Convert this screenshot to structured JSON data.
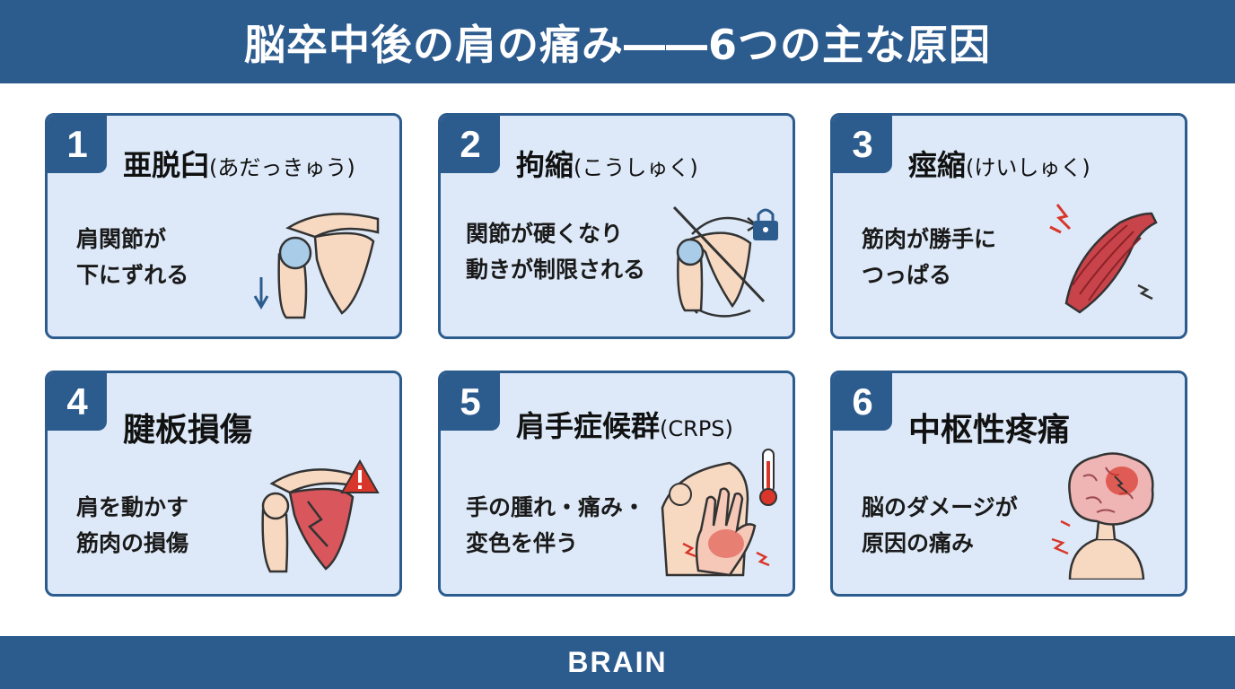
{
  "header": {
    "title": "脳卒中後の肩の痛み――6つの主な原因"
  },
  "footer": {
    "text": "BRAIN"
  },
  "cards": [
    {
      "num": "1",
      "title": "亜脱臼",
      "reading": "(あだっきゅう)",
      "desc": [
        "肩関節が",
        "下にずれる"
      ],
      "icon": "shoulder-subluxation-icon"
    },
    {
      "num": "2",
      "title": "拘縮",
      "reading": "(こうしゅく)",
      "desc": [
        "関節が硬くなり",
        "動きが制限される"
      ],
      "icon": "locked-shoulder-icon"
    },
    {
      "num": "3",
      "title": "痙縮",
      "reading": "(けいしゅく)",
      "desc": [
        "筋肉が勝手に",
        "つっぱる"
      ],
      "icon": "muscle-spasm-icon"
    },
    {
      "num": "4",
      "title": "腱板損傷",
      "reading": "",
      "desc": [
        "肩を動かす",
        "筋肉の損傷"
      ],
      "icon": "rotator-cuff-warning-icon"
    },
    {
      "num": "5",
      "title": "肩手症候群",
      "reading": "(CRPS)",
      "desc": [
        "手の腫れ・痛み・",
        "変色を伴う"
      ],
      "icon": "swollen-hand-thermometer-icon"
    },
    {
      "num": "6",
      "title": "中枢性疼痛",
      "reading": "",
      "desc": [
        "脳のダメージが",
        "原因の痛み"
      ],
      "icon": "brain-pain-icon"
    }
  ],
  "colors": {
    "primary": "#2c5b8e",
    "card_bg": "#dde9f8",
    "skin": "#f7d9c2",
    "pain_red": "#d9362b"
  }
}
